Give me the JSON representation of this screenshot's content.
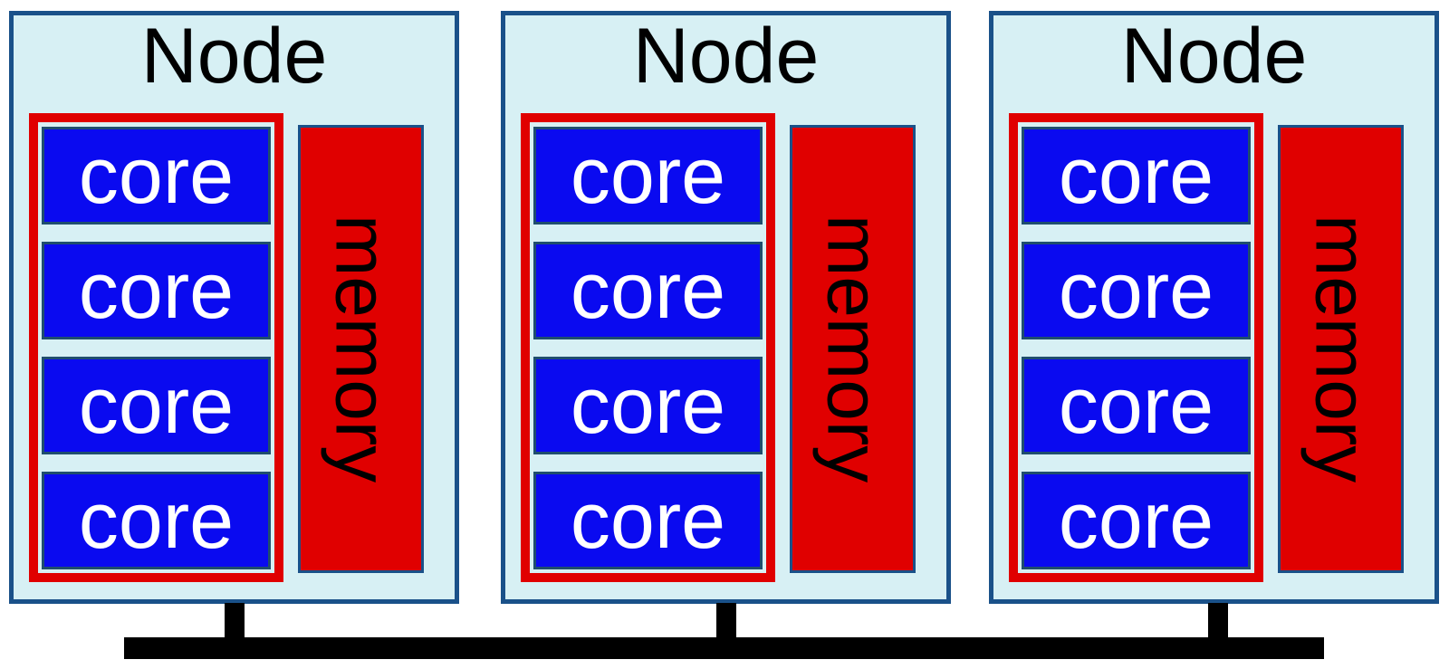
{
  "diagram": {
    "kind": "multicore-cluster-architecture",
    "nodes": [
      {
        "title": "Node",
        "cores": [
          "core",
          "core",
          "core",
          "core"
        ],
        "memory": "memory"
      },
      {
        "title": "Node",
        "cores": [
          "core",
          "core",
          "core",
          "core"
        ],
        "memory": "memory"
      },
      {
        "title": "Node",
        "cores": [
          "core",
          "core",
          "core",
          "core"
        ],
        "memory": "memory"
      }
    ],
    "colors": {
      "node_fill": "#d7f0f4",
      "node_border": "#1a5189",
      "core_fill": "#0a0af0",
      "core_border": "#1f4e6e",
      "core_text": "#ffffff",
      "core_frame": "#e00000",
      "memory_fill": "#e00000",
      "memory_border": "#1a5189",
      "label_text": "#000000",
      "interconnect": "#000000"
    }
  }
}
